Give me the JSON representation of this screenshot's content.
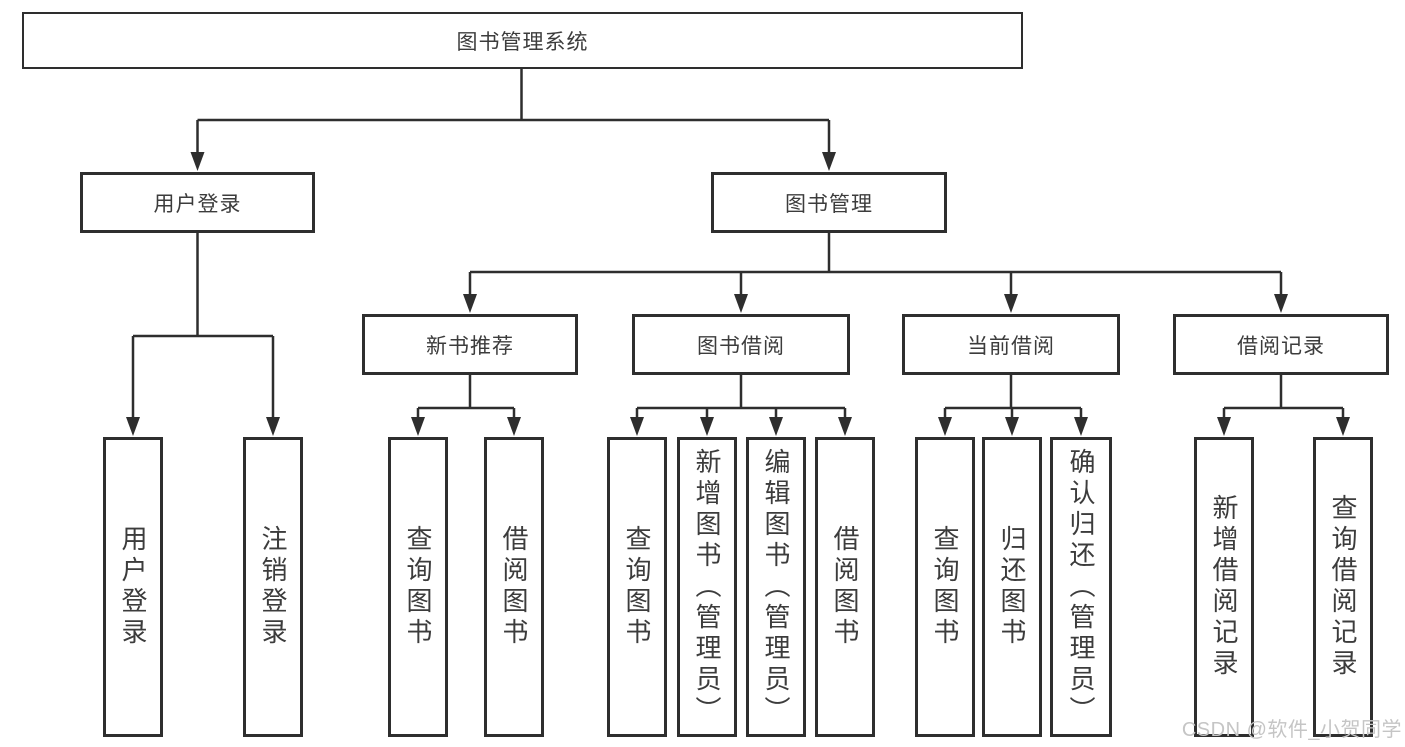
{
  "diagram": {
    "root": {
      "label": "图书管理系统",
      "children": [
        {
          "label": "用户登录",
          "children": [
            {
              "label": "用户登录"
            },
            {
              "label": "注销登录"
            }
          ]
        },
        {
          "label": "图书管理",
          "children": [
            {
              "label": "新书推荐",
              "children": [
                {
                  "label": "查询图书"
                },
                {
                  "label": "借阅图书"
                }
              ]
            },
            {
              "label": "图书借阅",
              "children": [
                {
                  "label": "查询图书"
                },
                {
                  "label": "新增图书（管理员）"
                },
                {
                  "label": "编辑图书（管理员）"
                },
                {
                  "label": "借阅图书"
                }
              ]
            },
            {
              "label": "当前借阅",
              "children": [
                {
                  "label": "查询图书"
                },
                {
                  "label": "归还图书"
                },
                {
                  "label": "确认归还（管理员）"
                }
              ]
            },
            {
              "label": "借阅记录",
              "children": [
                {
                  "label": "新增借阅记录"
                },
                {
                  "label": "查询借阅记录"
                }
              ]
            }
          ]
        }
      ]
    }
  },
  "watermark": {
    "text": "CSDN @软件_小贺同学"
  },
  "colors": {
    "line": "#2e2e2e",
    "text": "#3c3c3c",
    "background": "#ffffff",
    "watermark": "#c5c5c5"
  }
}
